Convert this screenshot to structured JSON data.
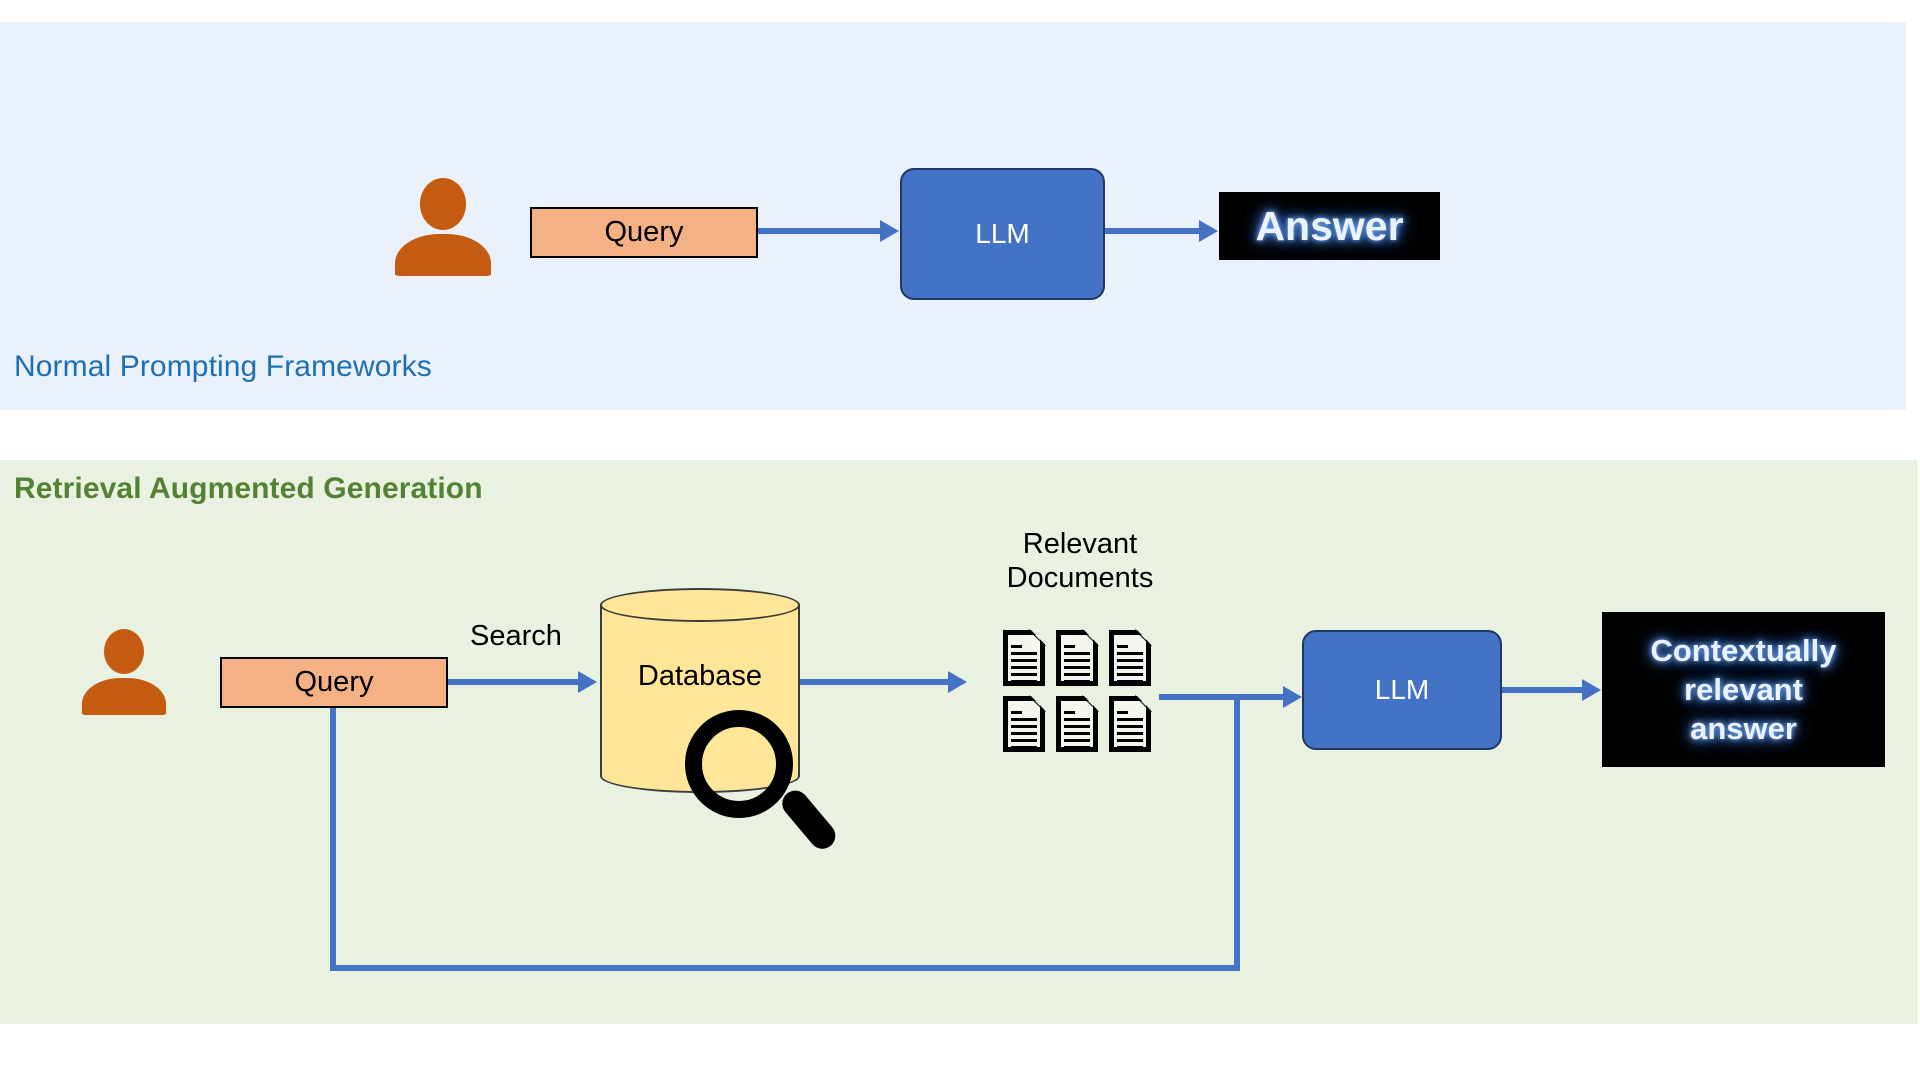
{
  "sections": {
    "normal": {
      "caption": "Normal Prompting Frameworks",
      "person_icon": "person-icon",
      "query_label": "Query",
      "llm_label": "LLM",
      "answer_label": "Answer",
      "background_color": "#EAF1FB",
      "caption_color": "#1F6FB5"
    },
    "rag": {
      "caption": "Retrieval Augmented Generation",
      "person_icon": "person-icon",
      "query_label": "Query",
      "search_label": "Search",
      "database_label": "Database",
      "magnifier_icon": "magnifier-icon",
      "documents_label_line1": "Relevant",
      "documents_label_line2": "Documents",
      "document_icon": "document-icon",
      "document_count": 6,
      "llm_label": "LLM",
      "answer_line1": "Contextually",
      "answer_line2": "relevant",
      "answer_line3": "answer",
      "background_color": "#E9F2E0",
      "caption_color": "#548235"
    }
  },
  "colors": {
    "query_fill": "#F4B183",
    "llm_fill": "#4472C4",
    "llm_border": "#1F3864",
    "database_fill": "#FFE699",
    "person_fill": "#C55A11",
    "arrow": "#4472C4",
    "answer_fill": "#000000",
    "answer_text": "#EAF3FF"
  }
}
